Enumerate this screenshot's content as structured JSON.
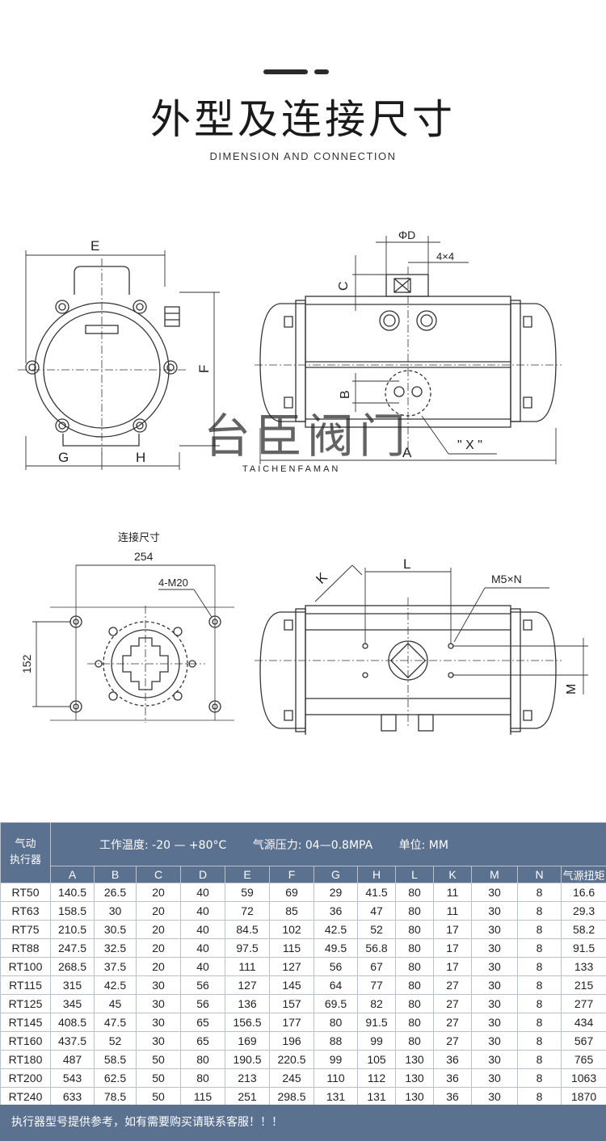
{
  "header": {
    "title": "外型及连接尺寸",
    "subtitle": "DIMENSION AND CONNECTION"
  },
  "drawing_labels": {
    "E": "E",
    "F": "F",
    "G": "G",
    "H": "H",
    "phiD": "ΦD",
    "four_by_four": "4×4",
    "C": "C",
    "B": "B",
    "A": "A",
    "X": "\" X \"",
    "watermark_cn": "台臣阀门",
    "watermark_en": "TAICHENFAMAN",
    "connection_caption": "连接尺寸",
    "dim_254": "254",
    "dim_4m20": "4-M20",
    "dim_152": "152",
    "K": "K",
    "L": "L",
    "M5N": "M5×N",
    "M": "M"
  },
  "table": {
    "corner_label_line1": "气动",
    "corner_label_line2": "执行器",
    "info_temp": "工作温度: -20 — +80°C",
    "info_pressure": "气源压力: 04—0.8MPA",
    "info_unit": "单位: MM",
    "columns": [
      "A",
      "B",
      "C",
      "D",
      "E",
      "F",
      "G",
      "H",
      "L",
      "K",
      "M",
      "N",
      "气源扭矩"
    ],
    "rows": [
      [
        "RT50",
        "140.5",
        "26.5",
        "20",
        "40",
        "59",
        "69",
        "29",
        "41.5",
        "80",
        "11",
        "30",
        "8",
        "16.6"
      ],
      [
        "RT63",
        "158.5",
        "30",
        "20",
        "40",
        "72",
        "85",
        "36",
        "47",
        "80",
        "11",
        "30",
        "8",
        "29.3"
      ],
      [
        "RT75",
        "210.5",
        "30.5",
        "20",
        "40",
        "84.5",
        "102",
        "42.5",
        "52",
        "80",
        "17",
        "30",
        "8",
        "58.2"
      ],
      [
        "RT88",
        "247.5",
        "32.5",
        "20",
        "40",
        "97.5",
        "115",
        "49.5",
        "56.8",
        "80",
        "17",
        "30",
        "8",
        "91.5"
      ],
      [
        "RT100",
        "268.5",
        "37.5",
        "20",
        "40",
        "111",
        "127",
        "56",
        "67",
        "80",
        "17",
        "30",
        "8",
        "133"
      ],
      [
        "RT115",
        "315",
        "42.5",
        "30",
        "56",
        "127",
        "145",
        "64",
        "77",
        "80",
        "27",
        "30",
        "8",
        "215"
      ],
      [
        "RT125",
        "345",
        "45",
        "30",
        "56",
        "136",
        "157",
        "69.5",
        "82",
        "80",
        "27",
        "30",
        "8",
        "277"
      ],
      [
        "RT145",
        "408.5",
        "47.5",
        "30",
        "65",
        "156.5",
        "177",
        "80",
        "91.5",
        "80",
        "27",
        "30",
        "8",
        "434"
      ],
      [
        "RT160",
        "437.5",
        "52",
        "30",
        "65",
        "169",
        "196",
        "88",
        "99",
        "80",
        "27",
        "30",
        "8",
        "567"
      ],
      [
        "RT180",
        "487",
        "58.5",
        "50",
        "80",
        "190.5",
        "220.5",
        "99",
        "105",
        "130",
        "36",
        "30",
        "8",
        "765"
      ],
      [
        "RT200",
        "543",
        "62.5",
        "50",
        "80",
        "213",
        "245",
        "110",
        "112",
        "130",
        "36",
        "30",
        "8",
        "1063"
      ],
      [
        "RT240",
        "633",
        "78.5",
        "50",
        "115",
        "251",
        "298.5",
        "131",
        "131",
        "130",
        "36",
        "30",
        "8",
        "1870"
      ]
    ]
  },
  "footer": {
    "note": "执行器型号提供参考，如有需要购买请联系客服！！！"
  },
  "colors": {
    "table_header_bg": "#5a7190",
    "table_border": "#b9c2cc",
    "text": "#222222"
  }
}
